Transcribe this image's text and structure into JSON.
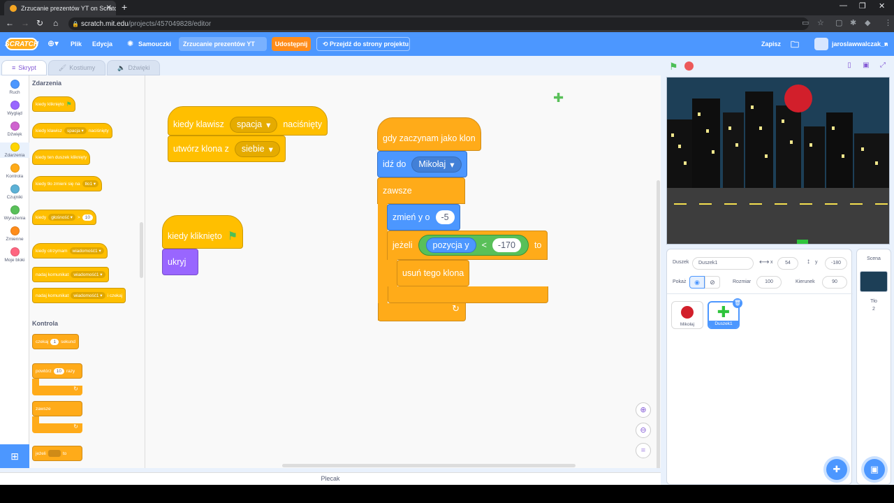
{
  "browser": {
    "tab_title": "Zrzucanie prezentów YT on Scratch",
    "url_host": "scratch.mit.edu",
    "url_path": "/projects/457049828/editor"
  },
  "menubar": {
    "logo": "SCRATCH",
    "file": "Plik",
    "edit": "Edycja",
    "tutorials": "Samouczki",
    "project_title": "Zrzucanie prezentów YT",
    "share": "Udostępnij",
    "goto_project": "Przejdź do strony projektu",
    "save": "Zapisz",
    "username": "jaroslawwalczak_n"
  },
  "editor_tabs": [
    "Skrypt",
    "Kostiumy",
    "Dźwięki"
  ],
  "categories": [
    {
      "label": "Ruch",
      "color": "#4c97ff"
    },
    {
      "label": "Wygląd",
      "color": "#9966ff"
    },
    {
      "label": "Dźwięk",
      "color": "#cf63cf"
    },
    {
      "label": "Zdarzenia",
      "color": "#ffd500"
    },
    {
      "label": "Kontrola",
      "color": "#ffab19"
    },
    {
      "label": "Czujniki",
      "color": "#5cb1d6"
    },
    {
      "label": "Wyrażenia",
      "color": "#59c059"
    },
    {
      "label": "Zmienne",
      "color": "#ff8c1a"
    },
    {
      "label": "Moje bloki",
      "color": "#ff6680"
    }
  ],
  "palette": {
    "events_header": "Zdarzenia",
    "control_header": "Kontrola",
    "blocks": {
      "when_flag": "kiedy kliknięto",
      "when_key": "kiedy klawisz",
      "when_key_dd": "spacja",
      "when_key_tail": "naciśnięty",
      "when_sprite": "kiedy ten duszek kliknięty",
      "when_backdrop": "kiedy tło zmieni się na",
      "when_backdrop_dd": "tło1",
      "when_loudness": "kiedy",
      "when_loudness_dd": "głośność",
      "when_loudness_op": ">",
      "when_loudness_val": "10",
      "when_receive": "kiedy otrzymam",
      "when_receive_dd": "wiadomość1",
      "broadcast": "nadaj komunikat",
      "broadcast_dd": "wiadomość1",
      "broadcast_wait": "nadaj komunikat",
      "broadcast_wait_dd": "wiadomość1",
      "broadcast_wait_tail": "i czekaj",
      "wait": "czekaj",
      "wait_val": "1",
      "wait_tail": "sekund",
      "repeat": "powtórz",
      "repeat_val": "10",
      "repeat_tail": "razy",
      "forever": "zawsze",
      "if": "jeżeli",
      "if_tail": "to"
    }
  },
  "code": {
    "s1_hat": "kiedy klawisz",
    "s1_key": "spacja",
    "s1_tail": "naciśnięty",
    "s1_clone": "utwórz klona z",
    "s1_clone_dd": "siebie",
    "s2_hat": "kiedy kliknięto",
    "s2_hide": "ukryj",
    "s3_hat": "gdy zaczynam jako klon",
    "s3_goto": "idź do",
    "s3_goto_dd": "Mikołaj",
    "s3_forever": "zawsze",
    "s3_change": "zmień y o",
    "s3_change_val": "-5",
    "s3_if": "jeżeli",
    "s3_ypos": "pozycja y",
    "s3_lt": "<",
    "s3_lt_val": "-170",
    "s3_then": "to",
    "s3_delete": "usuń tego klona"
  },
  "backpack": "Plecak",
  "sprite_info": {
    "sprite_label": "Duszek",
    "sprite_name": "Duszek1",
    "x_label": "x",
    "x_val": "54",
    "y_label": "y",
    "y_val": "-180",
    "show_label": "Pokaż",
    "size_label": "Rozmiar",
    "size_val": "100",
    "direction_label": "Kierunek",
    "direction_val": "90"
  },
  "sprites": [
    "Mikołaj",
    "Duszek1"
  ],
  "scene": {
    "label": "Scena",
    "backdrops_label": "Tło",
    "backdrops_count": "2"
  }
}
